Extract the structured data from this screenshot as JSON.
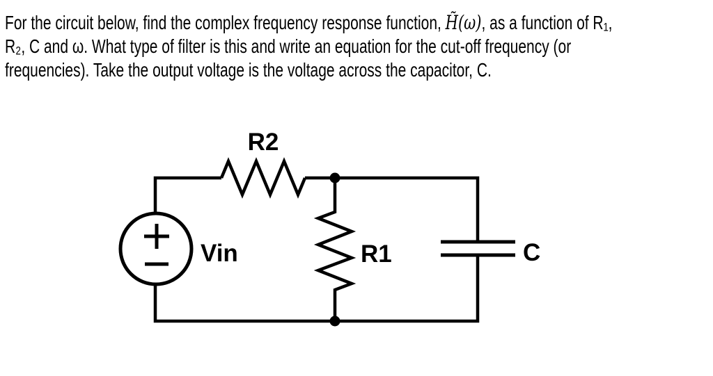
{
  "colors": {
    "ink": "#000000",
    "background": "#ffffff"
  },
  "problem": {
    "line1_prefix": "For the circuit below, find the complex frequency response function, ",
    "line1_math": "H̃(ω)",
    "line1_suffix": ", as a function of R₁,",
    "line2": "R₂, C and ω. What type of filter is this and write an equation for the cut-off frequency (or",
    "line3": "frequencies). Take the output voltage is the voltage across the capacitor, C."
  },
  "circuit": {
    "kind": "RC filter schematic",
    "source": {
      "label": "Vin",
      "type": "independent voltage source",
      "polarity_top": "+",
      "polarity_bottom": "−"
    },
    "series_resistor": {
      "label": "R2",
      "orientation": "horizontal"
    },
    "shunt_resistor": {
      "label": "R1",
      "orientation": "vertical"
    },
    "capacitor": {
      "label": "C",
      "orientation": "vertical"
    }
  }
}
